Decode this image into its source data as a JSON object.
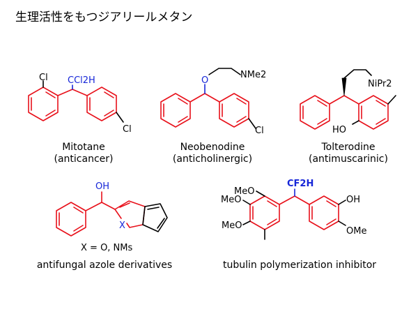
{
  "title": "生理活性をもつジアリールメタン",
  "colors": {
    "highlight": "#e8101a",
    "substituent": "#1626d8",
    "bond": "#000000",
    "text": "#000000"
  },
  "compounds": [
    {
      "name": "Mitotane",
      "activity": "(anticancer)",
      "labels": {
        "ortho_cl": "Cl",
        "bridge_group": "CCl2H",
        "para_cl": "Cl"
      }
    },
    {
      "name": "Neobenodine",
      "activity": "(anticholinergic)",
      "labels": {
        "bridge_atom": "O",
        "amine": "NMe2",
        "para_cl": "Cl"
      }
    },
    {
      "name": "Tolterodine",
      "activity": "(antimuscarinic)",
      "labels": {
        "amine": "NiPr2",
        "hydroxy": "HO"
      }
    },
    {
      "name": "antifungal azole derivatives",
      "activity": "",
      "labels": {
        "hydroxy": "OH",
        "ring_atom": "X",
        "note": "X = O, NMs"
      }
    },
    {
      "name": "tubulin polymerization inhibitor",
      "activity": "",
      "labels": {
        "bridge_group": "CF2H",
        "methoxy_1": "MeO",
        "methoxy_2": "MeO",
        "methoxy_3": "MeO",
        "hydroxy": "OH",
        "methoxy_4": "OMe"
      }
    }
  ]
}
